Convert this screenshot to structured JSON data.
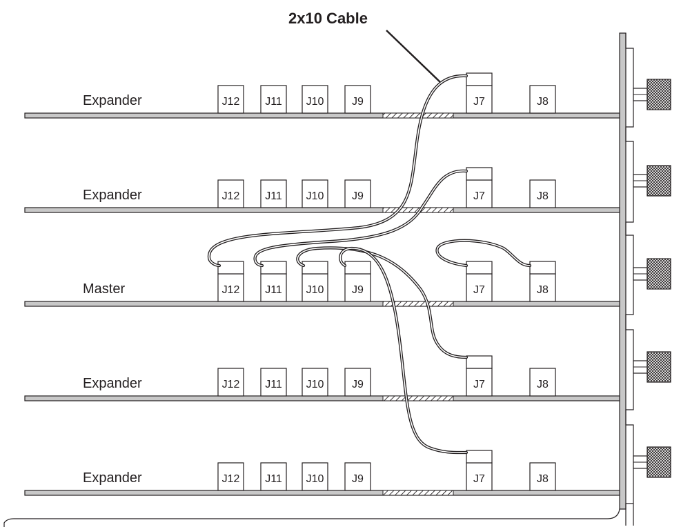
{
  "callout": {
    "title": "2x10 Cable"
  },
  "boards": [
    {
      "label": "Expander",
      "connectors": [
        "J12",
        "J11",
        "J10",
        "J9",
        "J7",
        "J8"
      ],
      "plugged": [
        "J7"
      ]
    },
    {
      "label": "Expander",
      "connectors": [
        "J12",
        "J11",
        "J10",
        "J9",
        "J7",
        "J8"
      ],
      "plugged": [
        "J7"
      ]
    },
    {
      "label": "Master",
      "connectors": [
        "J12",
        "J11",
        "J10",
        "J9",
        "J7",
        "J8"
      ],
      "plugged": [
        "J12",
        "J11",
        "J10",
        "J9",
        "J7",
        "J8"
      ]
    },
    {
      "label": "Expander",
      "connectors": [
        "J12",
        "J11",
        "J10",
        "J9",
        "J7",
        "J8"
      ],
      "plugged": [
        "J7"
      ]
    },
    {
      "label": "Expander",
      "connectors": [
        "J12",
        "J11",
        "J10",
        "J9",
        "J7",
        "J8"
      ],
      "plugged": [
        "J7"
      ]
    }
  ],
  "cables": [
    {
      "from": "Expander 1 J7",
      "to": "Master J12"
    },
    {
      "from": "Expander 2 J7",
      "to": "Master J11"
    },
    {
      "from": "Master J10",
      "to": "Expander 3 J7"
    },
    {
      "from": "Master J9",
      "to": "Expander 4 J7"
    },
    {
      "from": "Master J7",
      "to": "Master J8"
    }
  ],
  "colors": {
    "board": "#c8c8c8",
    "line": "#231f20",
    "background": "#ffffff"
  }
}
